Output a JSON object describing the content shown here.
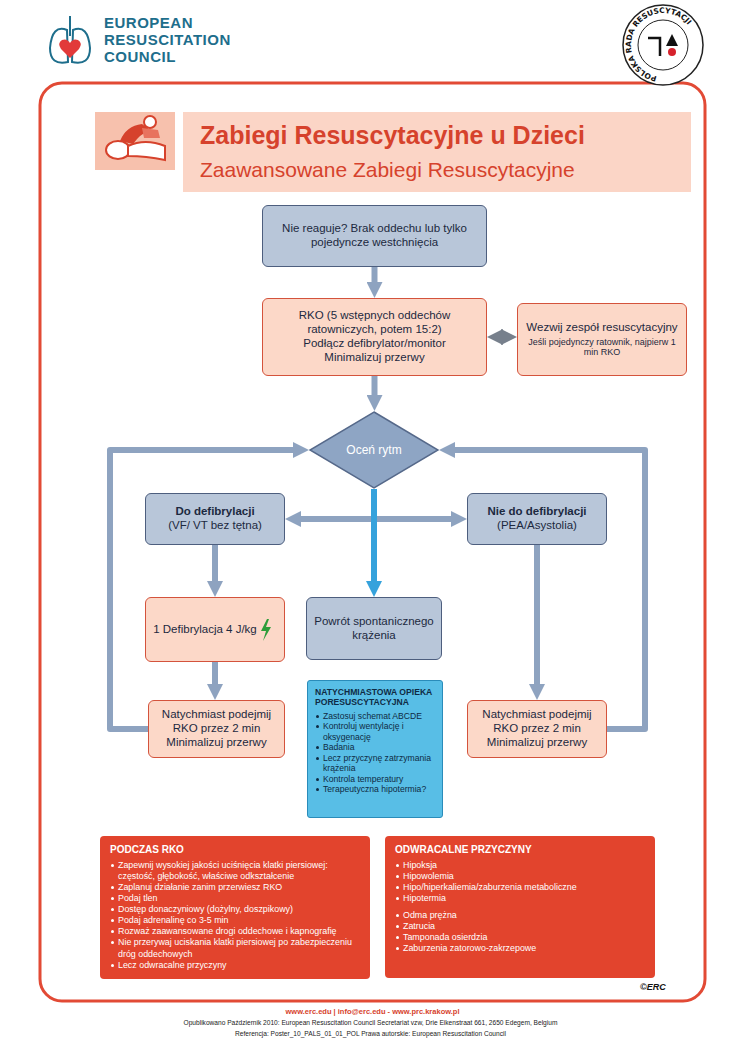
{
  "diagram": {
    "title": "Zabiegi Resuscytacyjne u Dzieci",
    "nodes": [
      {
        "text": [
          "Nie reaguje? Brak oddechu lub tylko pojedyncze westchnięcia"
        ]
      },
      {
        "text": [
          "RKO (5 wstępnych oddechów ratowniczych, potem 15:2)",
          "Podłącz defibrylator/monitor",
          "Minimalizuj przerwy"
        ]
      },
      {
        "text": [
          "Wezwij zespół resuscytacyjny",
          "Jeśli pojedynczy ratownik, najpierw 1 min RKO"
        ]
      },
      {
        "text": [
          "Oceń rytm"
        ]
      },
      {
        "text": [
          "Do defibrylacji",
          "(VF/ VT bez tętna)"
        ]
      },
      {
        "text": [
          "Nie do defibrylacji",
          "(PEA/Asystolia)"
        ]
      },
      {
        "text": [
          "1 Defibrylacja 4 J/kg"
        ]
      },
      {
        "text": [
          "Powrót spontanicznego krążenia"
        ]
      },
      {
        "text": [
          "NATYCHMIASTOWA OPIEKA PORESUSCYTACYJNA",
          "Zastosuj schemat ABCDE",
          "Kontroluj wentylację i oksygenację",
          "Badania",
          "Lecz przyczynę zatrzymania krążenia",
          "Kontrola temperatury",
          "Terapeutyczna hipotermia?"
        ]
      },
      {
        "text": [
          "Natychmiast podejmij RKO przez 2 min",
          "Minimalizuj przerwy"
        ]
      },
      {
        "text": [
          "Natychmiast podejmij RKO przez 2 min",
          "Minimalizuj przerwy"
        ]
      },
      {
        "text": [
          "PODCZAS RKO",
          "Zapewnij wysokiej jakości uciśnięcia klatki piersiowej: częstość, głębokość, właściwe odkształcenie",
          "Zaplanuj działanie zanim przerwiesz RKO",
          "Podaj tlen",
          "Dostęp donaczyniowy (dożylny, doszpikowy)",
          "Podaj adrenalinę co 3-5 min",
          "Rozważ zaawansowane drogi oddechowe i kapnografię",
          "Nie przerywaj uciskania klatki piersiowej po zabezpieczeniu dróg oddechowych",
          "Lecz odwracalne przyczyny"
        ]
      },
      {
        "text": [
          "ODWRACALNE PRZYCZYNY",
          "Hipoksja",
          "Hipowolemia",
          "Hipo/hiperkaliemia/zaburzenia metaboliczne",
          "Hipotermia",
          "Odma prężna",
          "Zatrucia",
          "Tamponada osierdzia",
          "Zaburzenia zatorowo-zakrzepowe"
        ]
      }
    ],
    "edges": [
      {
        "from": 0,
        "to": 1,
        "arrow": "to"
      },
      {
        "from": 1,
        "to": 2,
        "arrow": "both"
      },
      {
        "from": 1,
        "to": 3,
        "arrow": "to"
      },
      {
        "from": 3,
        "to": 4,
        "arrow": "to"
      },
      {
        "from": 3,
        "to": 5,
        "arrow": "to"
      },
      {
        "from": 3,
        "to": 7,
        "arrow": "to"
      },
      {
        "from": 4,
        "to": 6,
        "arrow": "to"
      },
      {
        "from": 6,
        "to": 9,
        "arrow": "to"
      },
      {
        "from": 9,
        "to": 3,
        "arrow": "to"
      },
      {
        "from": 5,
        "to": 10,
        "arrow": "to"
      },
      {
        "from": 10,
        "to": 3,
        "arrow": "to"
      }
    ],
    "labels": [
      "EUROPEAN RESUSCITATION COUNCIL",
      "POLSKA RADA RESUSCYTACJI",
      "Zaawansowane Zabiegi Resuscytacyjne",
      "©ERC",
      "www.erc.edu | info@erc.edu - www.prc.krakow.pl",
      "Opublikowano Październik 2010: European Resuscitation Council Secretariat vzw, Drie Eikenstraat 661, 2650 Edegem, Belgium",
      "Referencja: Poster_10_PALS_01_01_POL Prawa autorskie: European Resuscitation Council"
    ]
  }
}
